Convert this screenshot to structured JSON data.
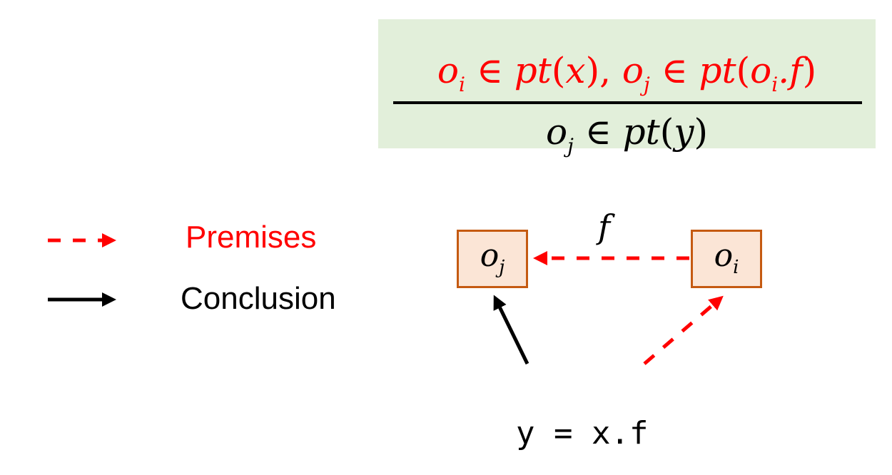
{
  "rule": {
    "premises": {
      "part1": {
        "o": "o",
        "sub": "i",
        "rel": " ∈ ",
        "fn": "pt",
        "arg": "x"
      },
      "separator": ",  ",
      "part2": {
        "o": "o",
        "sub": "j",
        "rel": " ∈ ",
        "fn": "pt",
        "arg_o": "o",
        "arg_sub": "i",
        "arg_field": ".f"
      },
      "color": "#ff0000"
    },
    "conclusion": {
      "o": "o",
      "sub": "j",
      "rel": " ∈ ",
      "fn": "pt",
      "arg": "y",
      "color": "#000000"
    },
    "background": "#e2efda"
  },
  "legend": {
    "items": [
      {
        "label": "Premises",
        "style": "dashed-arrow",
        "color": "#ff0000"
      },
      {
        "label": "Conclusion",
        "style": "solid-arrow",
        "color": "#000000"
      }
    ]
  },
  "diagram": {
    "nodes": [
      {
        "id": "oj",
        "label": "o",
        "sub": "j",
        "fill": "#fbe5d6",
        "border": "#c55a11"
      },
      {
        "id": "oi",
        "label": "o",
        "sub": "i",
        "fill": "#fbe5d6",
        "border": "#c55a11"
      }
    ],
    "edges": [
      {
        "from": "oi",
        "to": "oj",
        "label": "f",
        "style": "dashed",
        "color": "#ff0000"
      },
      {
        "from": "statement",
        "to": "oj",
        "style": "solid",
        "color": "#000000"
      },
      {
        "from": "statement",
        "to": "oi",
        "style": "dashed",
        "color": "#ff0000"
      }
    ],
    "statement": "y = x.f"
  }
}
